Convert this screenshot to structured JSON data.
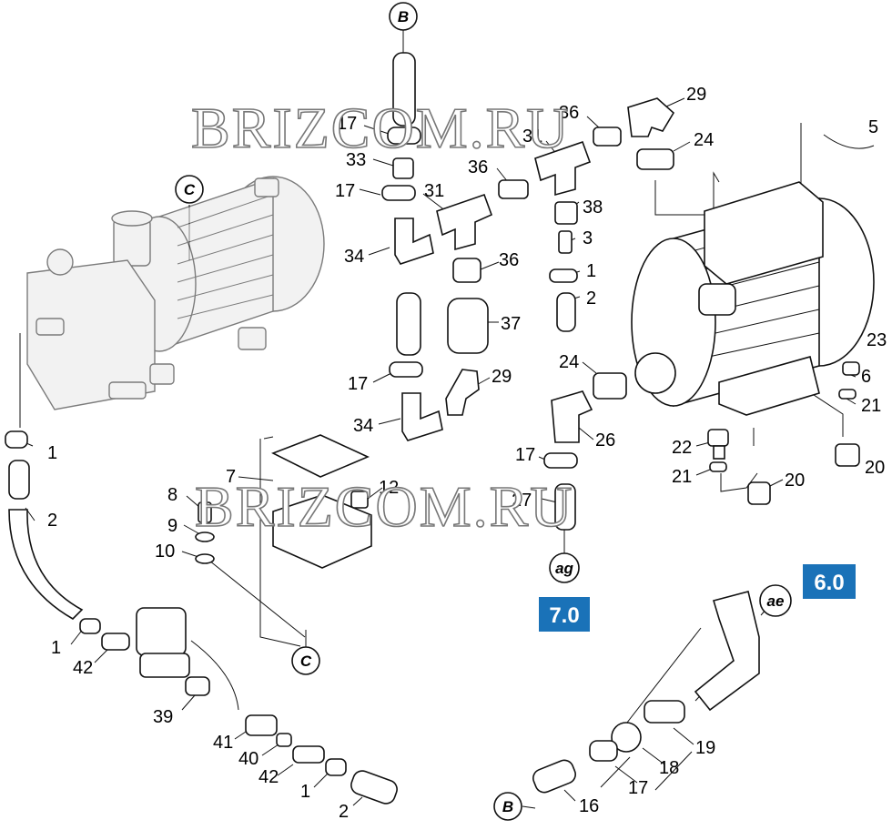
{
  "watermark": "BRIZCOM.RU",
  "badges": {
    "b70": "7.0",
    "b60": "6.0"
  },
  "badge_color": "#1a72b8",
  "refs": {
    "B_top": "B",
    "C_pump": "C",
    "C_box": "C",
    "ag": "ag",
    "ae": "ae",
    "B_bottom": "B"
  },
  "parts": {
    "n5": "5",
    "n29a": "29",
    "n24a": "24",
    "n36a": "36",
    "n31a": "31",
    "n17a": "17",
    "n33": "33",
    "n36b": "36",
    "n17b": "17",
    "n31b": "31",
    "n38": "38",
    "n3": "3",
    "n34a": "34",
    "n36c": "36",
    "n1a": "1",
    "n2a": "2",
    "n37": "37",
    "n23": "23",
    "n6": "6",
    "n21a": "21",
    "n29b": "29",
    "n24b": "24",
    "n17c": "17",
    "n34b": "34",
    "n26": "26",
    "n22": "22",
    "n21b": "21",
    "n20a": "20",
    "n20b": "20",
    "n17d": "17",
    "n27": "27",
    "n12": "12",
    "n7": "7",
    "n8": "8",
    "n9": "9",
    "n10": "10",
    "n1b": "1",
    "n2b": "2",
    "n1c": "1",
    "n42a": "42",
    "n39": "39",
    "n41": "41",
    "n40": "40",
    "n42b": "42",
    "n1d": "1",
    "n2c": "2",
    "n16": "16",
    "n17e": "17",
    "n18": "18",
    "n19": "19"
  }
}
